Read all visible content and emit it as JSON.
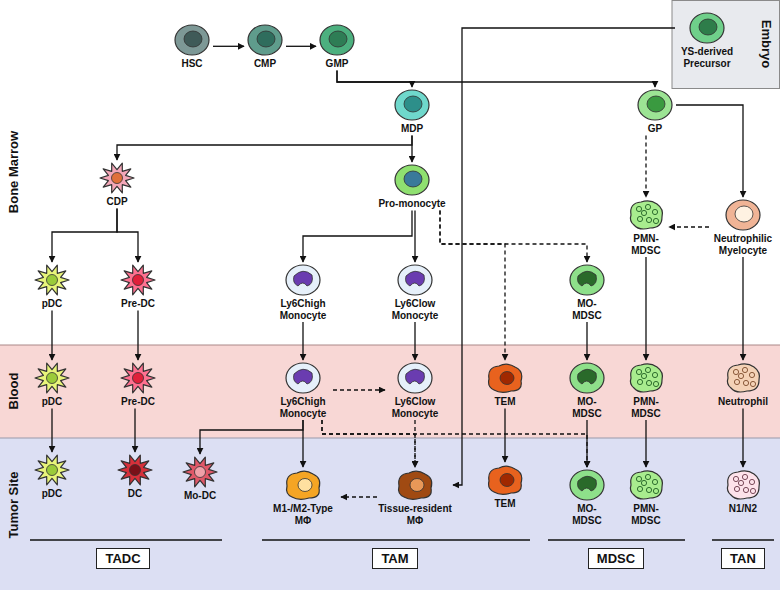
{
  "diagram": {
    "nodes": [
      {
        "text": [
          "Embryo"
        ]
      },
      {
        "text": [
          "YS-derived Precursor"
        ],
        "in": 0
      },
      {
        "text": [
          "Bone Marrow"
        ]
      },
      {
        "text": [
          "HSC"
        ],
        "in": 2
      },
      {
        "text": [
          "CMP"
        ],
        "in": 2
      },
      {
        "text": [
          "GMP"
        ],
        "in": 2
      },
      {
        "text": [
          "MDP"
        ],
        "in": 2
      },
      {
        "text": [
          "GP"
        ],
        "in": 2
      },
      {
        "text": [
          "CDP"
        ],
        "in": 2
      },
      {
        "text": [
          "Pro-monocyte"
        ],
        "in": 2
      },
      {
        "text": [
          "pDC"
        ],
        "in": 2
      },
      {
        "text": [
          "Pre-DC"
        ],
        "in": 2
      },
      {
        "text": [
          "Ly6Chigh Monocyte"
        ],
        "in": 2
      },
      {
        "text": [
          "Ly6Clow Monocyte"
        ],
        "in": 2
      },
      {
        "text": [
          "MO-MDSC"
        ],
        "in": 2
      },
      {
        "text": [
          "PMN-MDSC"
        ],
        "in": 2
      },
      {
        "text": [
          "Neutrophilic Myelocyte"
        ],
        "in": 2
      },
      {
        "text": [
          "Blood"
        ]
      },
      {
        "text": [
          "pDC"
        ],
        "in": 17
      },
      {
        "text": [
          "Pre-DC"
        ],
        "in": 17
      },
      {
        "text": [
          "Ly6Chigh Monocyte"
        ],
        "in": 17
      },
      {
        "text": [
          "Ly6Clow Monocyte"
        ],
        "in": 17
      },
      {
        "text": [
          "TEM"
        ],
        "in": 17
      },
      {
        "text": [
          "MO-MDSC"
        ],
        "in": 17
      },
      {
        "text": [
          "PMN-MDSC"
        ],
        "in": 17
      },
      {
        "text": [
          "Neutrophil"
        ],
        "in": 17
      },
      {
        "text": [
          "Tumor Site"
        ]
      },
      {
        "text": [
          "pDC"
        ],
        "in": 26
      },
      {
        "text": [
          "DC"
        ],
        "in": 26
      },
      {
        "text": [
          "Mo-DC"
        ],
        "in": 26
      },
      {
        "text": [
          "M1-/M2-Type MΦ"
        ],
        "in": 26
      },
      {
        "text": [
          "Tissue-resident MΦ"
        ],
        "in": 26
      },
      {
        "text": [
          "TEM"
        ],
        "in": 26
      },
      {
        "text": [
          "MO-MDSC"
        ],
        "in": 26
      },
      {
        "text": [
          "PMN-MDSC"
        ],
        "in": 26
      },
      {
        "text": [
          "N1/N2"
        ],
        "in": 26
      },
      {
        "text": [
          "TADC"
        ],
        "in": 26
      },
      {
        "text": [
          "TAM"
        ],
        "in": 26
      },
      {
        "text": [
          "MDSC"
        ],
        "in": 26
      },
      {
        "text": [
          "TAN"
        ],
        "in": 26
      }
    ],
    "edges": [
      {
        "from": 3,
        "to": 4,
        "arrow": "to"
      },
      {
        "from": 4,
        "to": 5,
        "arrow": "to"
      },
      {
        "from": 5,
        "to": 6,
        "arrow": "to"
      },
      {
        "from": 5,
        "to": 7,
        "arrow": "to"
      },
      {
        "from": 6,
        "to": 8,
        "arrow": "to"
      },
      {
        "from": 6,
        "to": 9,
        "arrow": "to"
      },
      {
        "from": 8,
        "to": 10,
        "arrow": "to"
      },
      {
        "from": 8,
        "to": 11,
        "arrow": "to"
      },
      {
        "from": 9,
        "to": 12,
        "arrow": "to"
      },
      {
        "from": 9,
        "to": 13,
        "arrow": "to"
      },
      {
        "from": 9,
        "to": 14,
        "arrow": "to"
      },
      {
        "from": 9,
        "to": 22,
        "arrow": "to"
      },
      {
        "from": 7,
        "to": 15,
        "arrow": "to"
      },
      {
        "from": 7,
        "to": 16,
        "arrow": "to"
      },
      {
        "from": 16,
        "to": 15,
        "arrow": "to"
      },
      {
        "from": 10,
        "to": 18,
        "arrow": "to"
      },
      {
        "from": 11,
        "to": 19,
        "arrow": "to"
      },
      {
        "from": 12,
        "to": 20,
        "arrow": "to"
      },
      {
        "from": 13,
        "to": 21,
        "arrow": "to"
      },
      {
        "from": 14,
        "to": 23,
        "arrow": "to"
      },
      {
        "from": 15,
        "to": 24,
        "arrow": "to"
      },
      {
        "from": 16,
        "to": 25,
        "arrow": "to"
      },
      {
        "from": 18,
        "to": 27,
        "arrow": "to"
      },
      {
        "from": 19,
        "to": 28,
        "arrow": "to"
      },
      {
        "from": 20,
        "to": 21,
        "arrow": "to"
      },
      {
        "from": 20,
        "to": 29,
        "arrow": "to"
      },
      {
        "from": 20,
        "to": 30,
        "arrow": "to"
      },
      {
        "from": 20,
        "to": 31,
        "arrow": "to"
      },
      {
        "from": 20,
        "to": 33,
        "arrow": "to"
      },
      {
        "from": 21,
        "to": 31,
        "arrow": "to"
      },
      {
        "from": 31,
        "to": 30,
        "arrow": "to"
      },
      {
        "from": 22,
        "to": 32,
        "arrow": "to"
      },
      {
        "from": 23,
        "to": 33,
        "arrow": "to"
      },
      {
        "from": 24,
        "to": 34,
        "arrow": "to"
      },
      {
        "from": 25,
        "to": 35,
        "arrow": "to"
      },
      {
        "from": 1,
        "to": 31,
        "arrow": "to"
      }
    ]
  }
}
